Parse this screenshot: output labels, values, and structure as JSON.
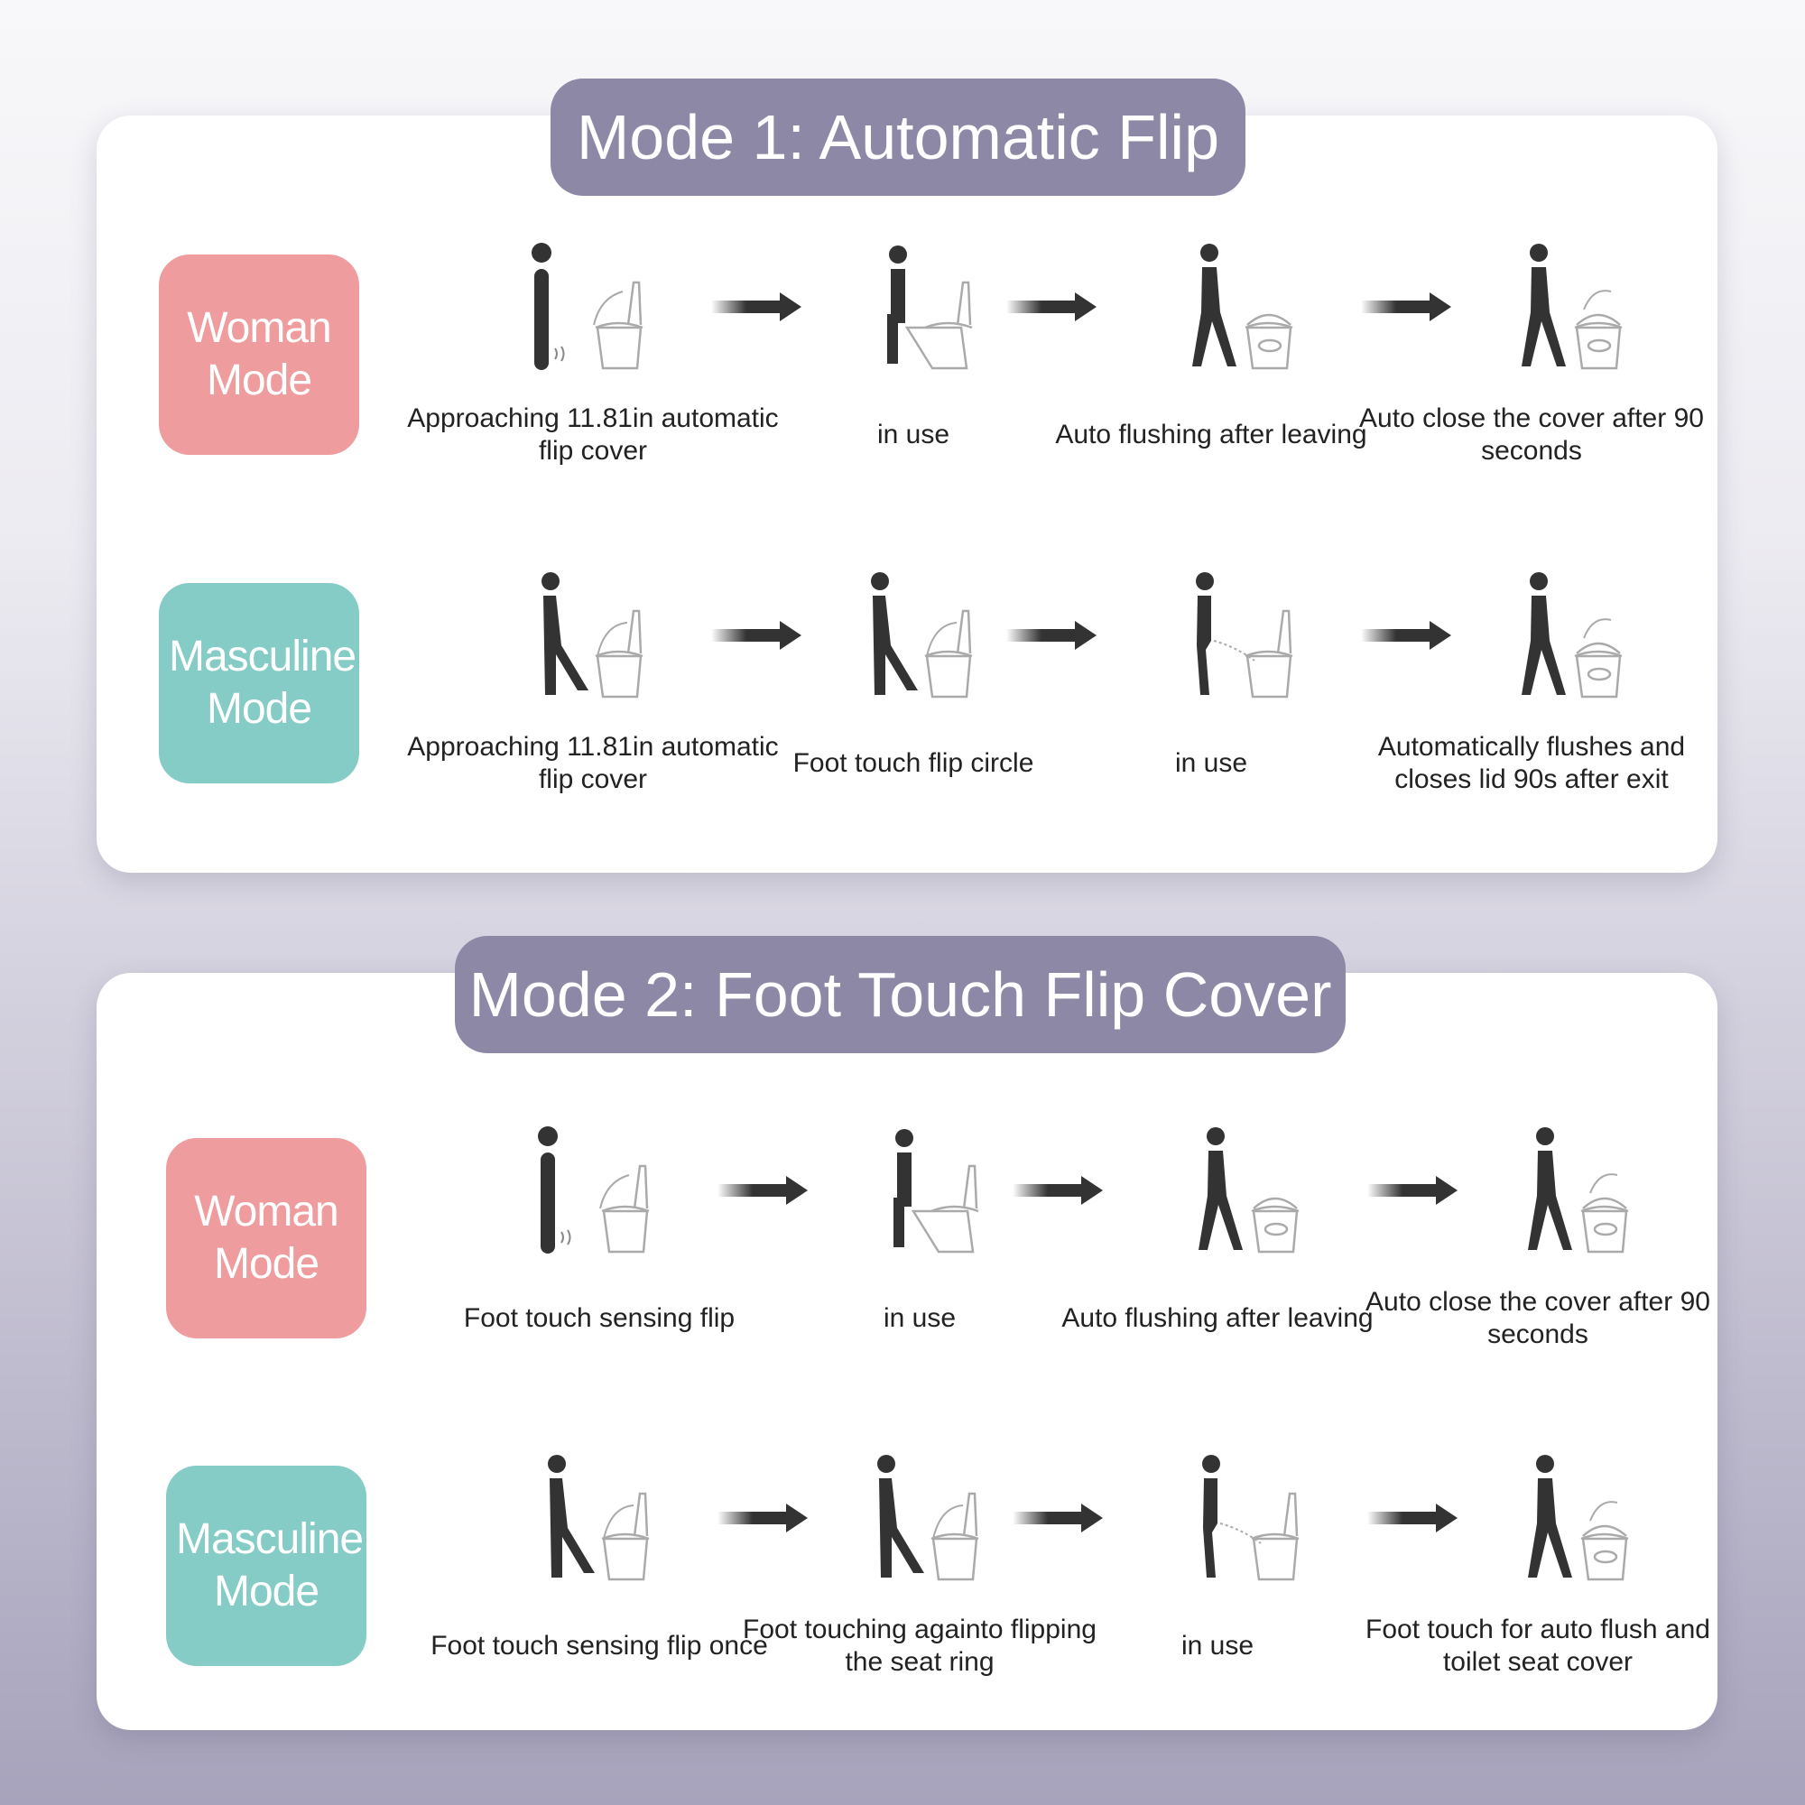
{
  "colors": {
    "pill": "#8c88a6",
    "woman": "#ee9c9e",
    "masculine": "#85ccc6",
    "figure": "#333333"
  },
  "sections": [
    {
      "title": "Mode 1: Automatic Flip",
      "rows": [
        {
          "mode": "Woman Mode",
          "kind": "woman",
          "steps": [
            {
              "label": "Approaching 11.81in automatic flip cover",
              "pose": "stand-sense"
            },
            {
              "label": "in use",
              "pose": "sit"
            },
            {
              "label": "Auto flushing after leaving",
              "pose": "walk"
            },
            {
              "label": "Auto close the cover after 90 seconds",
              "pose": "walk-close"
            }
          ]
        },
        {
          "mode": "Masculine Mode",
          "kind": "man",
          "steps": [
            {
              "label": "Approaching 11.81in automatic flip cover",
              "pose": "lean"
            },
            {
              "label": "Foot touch flip circle",
              "pose": "lean"
            },
            {
              "label": "in use",
              "pose": "stand-use"
            },
            {
              "label": "Automatically flushes and closes lid 90s after exit",
              "pose": "walk-close"
            }
          ]
        }
      ]
    },
    {
      "title": "Mode 2: Foot Touch Flip Cover",
      "rows": [
        {
          "mode": "Woman Mode",
          "kind": "woman",
          "steps": [
            {
              "label": "Foot touch sensing flip",
              "pose": "stand-sense"
            },
            {
              "label": "in use",
              "pose": "sit"
            },
            {
              "label": "Auto flushing after leaving",
              "pose": "walk"
            },
            {
              "label": "Auto close the cover after 90 seconds",
              "pose": "walk-close"
            }
          ]
        },
        {
          "mode": "Masculine Mode",
          "kind": "man",
          "steps": [
            {
              "label": "Foot touch sensing flip once",
              "pose": "lean"
            },
            {
              "label": "Foot touching againto flipping the seat ring",
              "pose": "lean"
            },
            {
              "label": "in use",
              "pose": "stand-use"
            },
            {
              "label": "Foot touch for auto flush and toilet seat cover",
              "pose": "walk-close"
            }
          ]
        }
      ]
    }
  ]
}
